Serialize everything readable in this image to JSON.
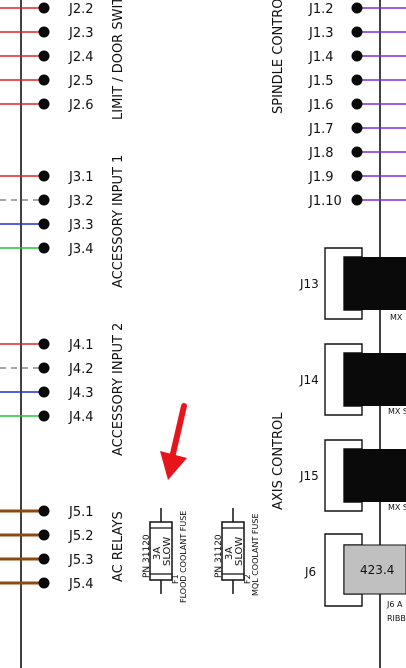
{
  "left_connectors": [
    {
      "label": "J2.2",
      "wire_color": "#e0202a",
      "dashed": false
    },
    {
      "label": "J2.3",
      "wire_color": "#e0202a",
      "dashed": false
    },
    {
      "label": "J2.4",
      "wire_color": "#e0202a",
      "dashed": false
    },
    {
      "label": "J2.5",
      "wire_color": "#e0202a",
      "dashed": false
    },
    {
      "label": "J2.6",
      "wire_color": "#e0202a",
      "dashed": false
    },
    {
      "label": "J3.1",
      "wire_color": "#e0202a",
      "dashed": false
    },
    {
      "label": "J3.2",
      "wire_color": "#888888",
      "dashed": true
    },
    {
      "label": "J3.3",
      "wire_color": "#1a2fd0",
      "dashed": false
    },
    {
      "label": "J3.4",
      "wire_color": "#22c230",
      "dashed": false
    },
    {
      "label": "J4.1",
      "wire_color": "#e0202a",
      "dashed": false
    },
    {
      "label": "J4.2",
      "wire_color": "#888888",
      "dashed": true
    },
    {
      "label": "J4.3",
      "wire_color": "#1a2fd0",
      "dashed": false
    },
    {
      "label": "J4.4",
      "wire_color": "#22c230",
      "dashed": false
    },
    {
      "label": "J5.1",
      "wire_color": "#8b4a12",
      "dashed": false
    },
    {
      "label": "J5.2",
      "wire_color": "#8b4a12",
      "dashed": false
    },
    {
      "label": "J5.3",
      "wire_color": "#8b4a12",
      "dashed": false
    },
    {
      "label": "J5.4",
      "wire_color": "#8b4a12",
      "dashed": false
    }
  ],
  "left_groups": {
    "limit_door": "LIMIT / DOOR SWIT",
    "accessory_input_1": "ACCESSORY INPUT 1",
    "accessory_input_2": "ACCESSORY INPUT 2",
    "ac_relays": "AC RELAYS"
  },
  "right_connectors": [
    {
      "label": "J1.2"
    },
    {
      "label": "J1.3"
    },
    {
      "label": "J1.4"
    },
    {
      "label": "J1.5"
    },
    {
      "label": "J1.6"
    },
    {
      "label": "J1.7"
    },
    {
      "label": "J1.8"
    },
    {
      "label": "J1.9"
    },
    {
      "label": "J1.10"
    }
  ],
  "right_wire_color": "#7a2ee0",
  "right_groups": {
    "spindle_control": "SPINDLE CONTRO",
    "axis_control": "AXIS CONTROL"
  },
  "axis_connectors": [
    {
      "label": "J13",
      "sub": "MX"
    },
    {
      "label": "J14",
      "sub": "MX S"
    },
    {
      "label": "J15",
      "sub": "MX S"
    }
  ],
  "j6": {
    "label": "J6",
    "value": "423.4",
    "sub1": "J6 A",
    "sub2": "RIBB"
  },
  "fuses": [
    {
      "pn": "PN 31120",
      "rating": "3A",
      "type": "SLOW",
      "ref": "F1",
      "name": "FLOOD COOLANT FUSE"
    },
    {
      "pn": "PN 31120",
      "rating": "3A",
      "type": "SLOW",
      "ref": "F2",
      "name": "MQL COOLANT FUSE"
    }
  ],
  "colors": {
    "arrow": "#e8141c",
    "line": "#111111",
    "connector_fill": "#0a0a0a",
    "j6_fill": "#c0c0c0"
  }
}
